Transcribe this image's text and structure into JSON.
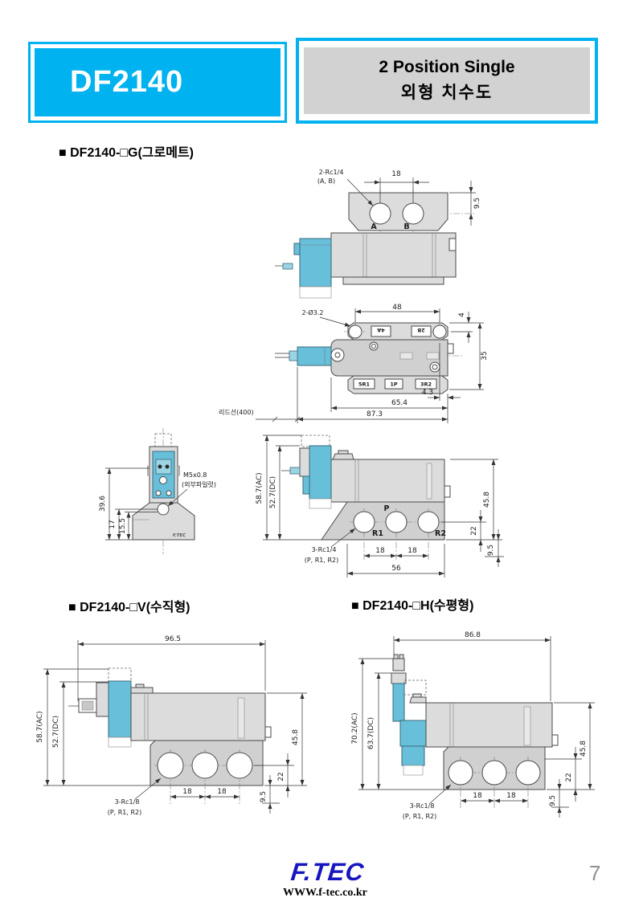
{
  "header": {
    "model": "DF2140",
    "title_line1": "2 Position Single",
    "title_line2": "외형 치수도"
  },
  "sections": {
    "g_heading": "■ DF2140-□G(그로메트)",
    "v_heading": "■ DF2140-□V(수직형)",
    "h_heading": "■ DF2140-□H(수평형)"
  },
  "drawing_g": {
    "top_view": {
      "port_thread_label_line1": "2-Rc1/4",
      "port_thread_label_line2": "(A, B)",
      "dim_port_pitch": "18",
      "dim_port_offset": "9.5",
      "port_a": "A",
      "port_b": "B"
    },
    "plan_view": {
      "hole_label": "2-Ø3.2",
      "dim_hole_pitch": "48",
      "dim_hole_edge": "4",
      "dim_body_width": "35",
      "dim_hole_to_edge": "4.3",
      "dim_body_length": "65.4",
      "dim_total_length": "87.3",
      "lead_wire_label": "리드선(400)",
      "tag_4a": "4A",
      "tag_2b": "2B",
      "tag_5r1": "5R1",
      "tag_1p": "1P",
      "tag_3r2": "3R2"
    },
    "end_view": {
      "dim_total_height": "39.6",
      "dim_port_height": "17",
      "dim_port_height2": "15.5",
      "pilot_label_line1": "M5x0.8",
      "pilot_label_line2": "(외부파일럿)",
      "brand_mark": "F.TEC"
    },
    "front_view": {
      "dim_height_ac": "58.7(AC)",
      "dim_height_dc": "52.7(DC)",
      "dim_body_height": "45.8",
      "dim_port_center": "22",
      "dim_port_bottom": "9.5",
      "port_p": "P",
      "port_r1": "R1",
      "port_r2": "R2",
      "thread_label_line1": "3-Rc1/4",
      "thread_label_line2": "(P, R1, R2)",
      "dim_pitch_left": "18",
      "dim_pitch_right": "18",
      "dim_base_width": "56"
    }
  },
  "drawing_v": {
    "dim_total_width": "96.5",
    "dim_height_ac": "58.7(AC)",
    "dim_height_dc": "52.7(DC)",
    "dim_body_height": "45.8",
    "dim_port_center": "22",
    "dim_port_bottom": "9.5",
    "thread_label_line1": "3-Rc1/8",
    "thread_label_line2": "(P, R1, R2)",
    "dim_pitch_left": "18",
    "dim_pitch_right": "18"
  },
  "drawing_h": {
    "dim_total_width": "86.8",
    "dim_height_ac": "70.2(AC)",
    "dim_height_dc": "63.7(DC)",
    "dim_body_height": "45.8",
    "dim_port_center": "22",
    "dim_port_bottom": "9.5",
    "thread_label_line1": "3-Rc1/8",
    "thread_label_line2": "(P, R1, R2)",
    "dim_pitch_left": "18",
    "dim_pitch_right": "18"
  },
  "footer": {
    "logo": "F.TEC",
    "website": "WWW.f-tec.co.kr",
    "page_number": "7"
  },
  "colors": {
    "accent": "#00b2ef",
    "panel_gray": "#d2d2d2",
    "solenoid_blue": "#68bfd9",
    "body_gray": "#dcdcdc",
    "line": "#333333",
    "logo_blue": "#1616c0"
  }
}
